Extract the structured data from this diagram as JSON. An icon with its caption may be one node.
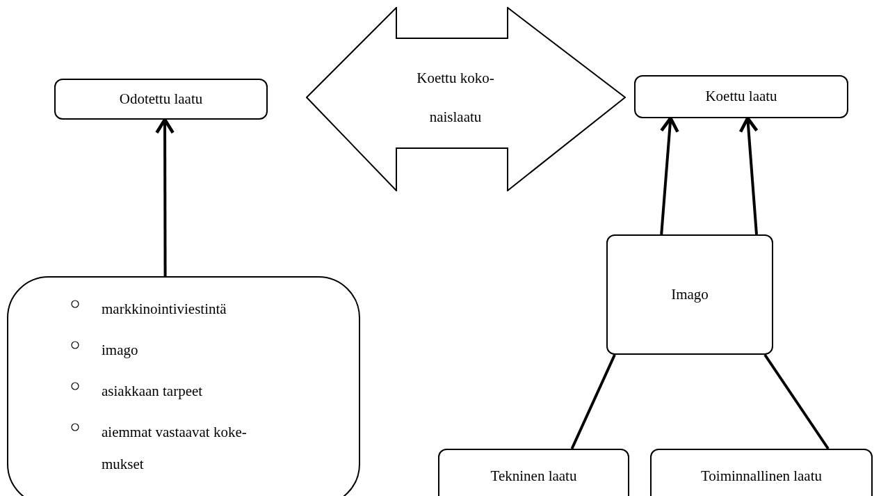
{
  "diagram": {
    "nodes": [
      {
        "text": [
          "Odotettu laatu"
        ]
      },
      {
        "text": [
          "Koettu koko- naislaatu"
        ]
      },
      {
        "text": [
          "Koettu laatu"
        ]
      },
      {
        "text": [
          "markkinointiviestintä",
          "imago",
          "asiakkaan tarpeet",
          "aiemmat vastaavat koke- mukset"
        ]
      },
      {
        "text": [
          "Imago"
        ]
      },
      {
        "text": [
          "Tekninen laatu"
        ]
      },
      {
        "text": [
          "Toiminnallinen laatu"
        ]
      }
    ],
    "edges": [
      {
        "from": 3,
        "to": 0,
        "arrow": "to"
      },
      {
        "from": 4,
        "to": 2,
        "arrow": "to"
      },
      {
        "from": 4,
        "to": 2,
        "arrow": "to"
      },
      {
        "from": 5,
        "to": 4,
        "arrow": "none"
      },
      {
        "from": 6,
        "to": 4,
        "arrow": "none"
      }
    ]
  }
}
